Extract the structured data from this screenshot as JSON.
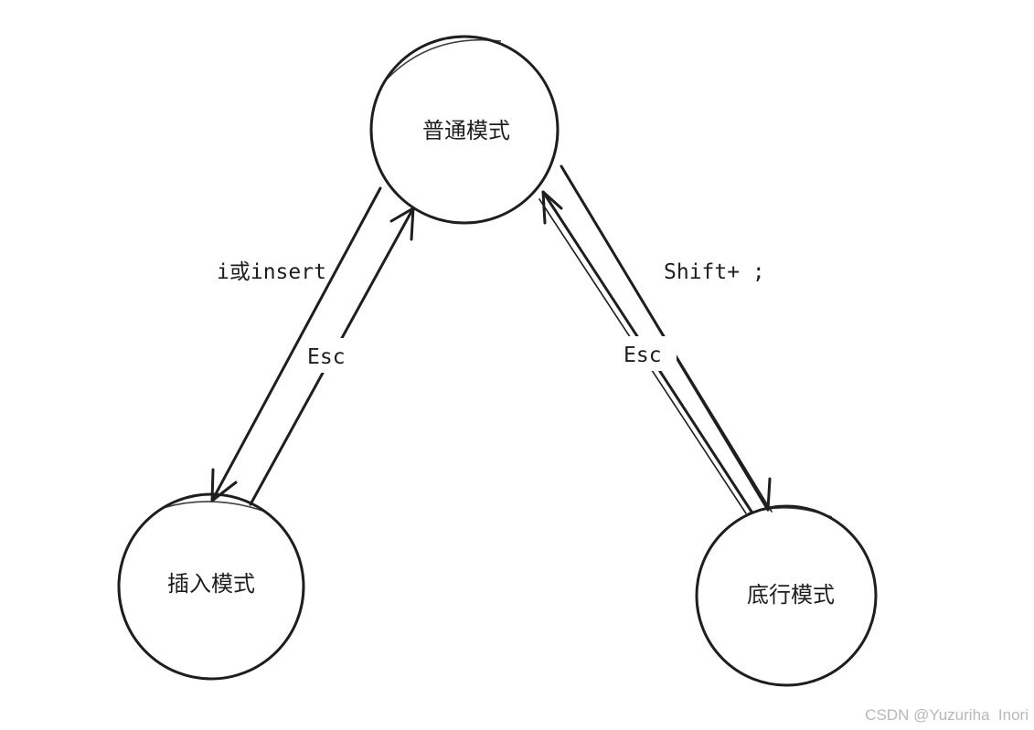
{
  "diagram": {
    "nodes": {
      "normal": {
        "label": "普通模式"
      },
      "insert": {
        "label": "插入模式"
      },
      "bottom": {
        "label": "底行模式"
      }
    },
    "edges": {
      "normal_to_insert": {
        "label": "i或insert"
      },
      "insert_to_normal": {
        "label": "Esc"
      },
      "normal_to_bottom": {
        "label": "Shift+ ;"
      },
      "bottom_to_normal": {
        "label": "Esc"
      }
    }
  },
  "watermark": {
    "text": "CSDN @Yuzuriha  Inori"
  }
}
